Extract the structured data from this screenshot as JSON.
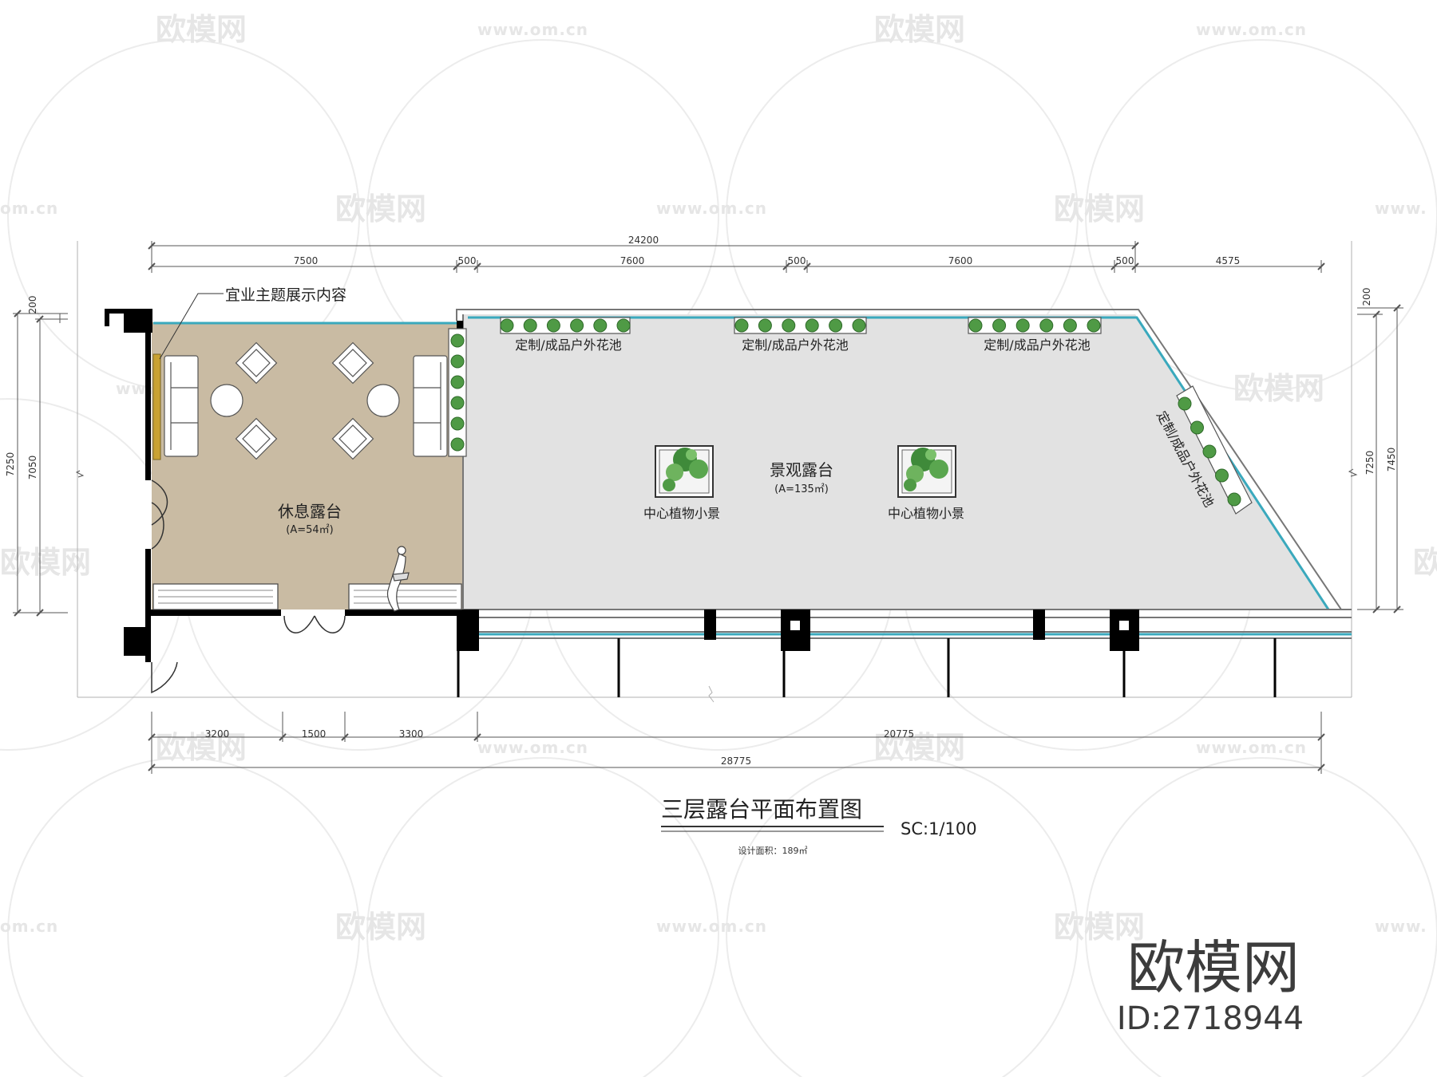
{
  "watermark": {
    "logo_text": "欧模网",
    "url_text": "www.om.cn",
    "url_partial": "om.cn",
    "url_partial_left": "www."
  },
  "branding": {
    "logo_text": "欧模网",
    "id_text": "ID:2718944"
  },
  "plan": {
    "title": "三层露台平面布置图",
    "scale": "SC:1/100",
    "design_area": "设计面积：189㎡",
    "callout_label": "宜业主题展示内容",
    "zones": {
      "rest": {
        "name": "休息露台",
        "area": "(A=54㎡)"
      },
      "landscape": {
        "name": "景观露台",
        "area": "(A=135㎡)"
      }
    },
    "planter_label": "定制/成品户外花池",
    "center_label": "中心植物小景",
    "dims": {
      "top_total": "24200",
      "top": [
        "7500",
        "500",
        "7600",
        "500",
        "7600",
        "500",
        "4575"
      ],
      "bottom": [
        "3200",
        "1500",
        "3300",
        "20775"
      ],
      "bottom_total": "28775",
      "left_outer": "7250",
      "left_inner": "7050",
      "left_small": "200",
      "right_small": "200",
      "right_inner": "7250",
      "right_outer": "7450"
    }
  },
  "colors": {
    "rest_floor": "#c9bba3",
    "landscape_floor": "#e2e2e2",
    "glass_edge": "#3aa9bd",
    "wall": "#000000",
    "plant": "#4f9a45",
    "bench_gold": "#c9a233"
  }
}
